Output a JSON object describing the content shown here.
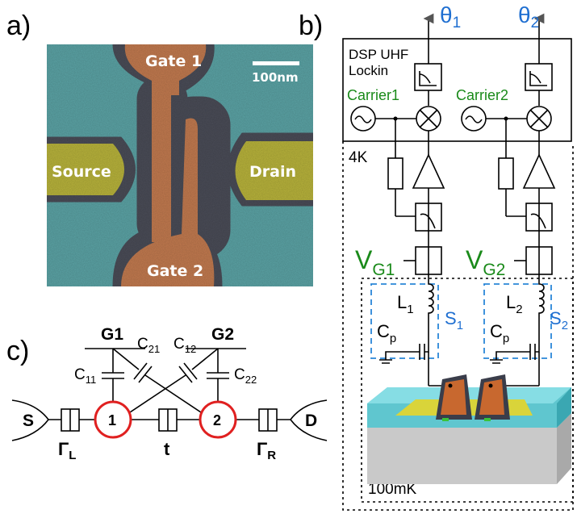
{
  "panels": {
    "a": "a)",
    "b": "b)",
    "c": "c)"
  },
  "sem": {
    "gate1": "Gate 1",
    "gate2": "Gate 2",
    "source": "Source",
    "drain": "Drain",
    "scale": "100nm",
    "colors": {
      "bg": "#5ba3a5",
      "gate": "#c27a4f",
      "lead": "#b8b33b",
      "halo": "#4a4c57"
    }
  },
  "circuit_b": {
    "theta1_base": "θ",
    "theta1_sub": "1",
    "theta2_base": "θ",
    "theta2_sub": "2",
    "dsp_line1": "DSP UHF",
    "dsp_line2": "Lockin",
    "carrier1": "Carrier1",
    "carrier2": "Carrier2",
    "temp_4k": "4K",
    "vg1_base": "V",
    "vg1_sub": "G1",
    "vg2_base": "V",
    "vg2_sub": "G2",
    "l1_base": "L",
    "l1_sub": "1",
    "l2_base": "L",
    "l2_sub": "2",
    "s1_base": "S",
    "s1_sub": "1",
    "s2_base": "S",
    "s2_sub": "2",
    "cp_base": "C",
    "cp_sub": "p",
    "temp_100mk": "100mK",
    "colors": {
      "green": "#1a8a1a",
      "blue": "#1f6fd1",
      "teal": "#5fc6cf",
      "gray": "#c9c9c9",
      "yellow": "#d9d43a",
      "orange": "#c8682f"
    }
  },
  "circuit_c": {
    "g1": "G1",
    "g2": "G2",
    "c11_base": "C",
    "c11_sub": "11",
    "c21_base": "C",
    "c21_sub": "21",
    "c12_base": "C",
    "c12_sub": "12",
    "c22_base": "C",
    "c22_sub": "22",
    "s": "S",
    "d": "D",
    "dot1": "1",
    "dot2": "2",
    "gamma_l_base": "Γ",
    "gamma_l_sub": "L",
    "t": "t",
    "gamma_r_base": "Γ",
    "gamma_r_sub": "R",
    "colors": {
      "dot": "#e02020"
    }
  }
}
